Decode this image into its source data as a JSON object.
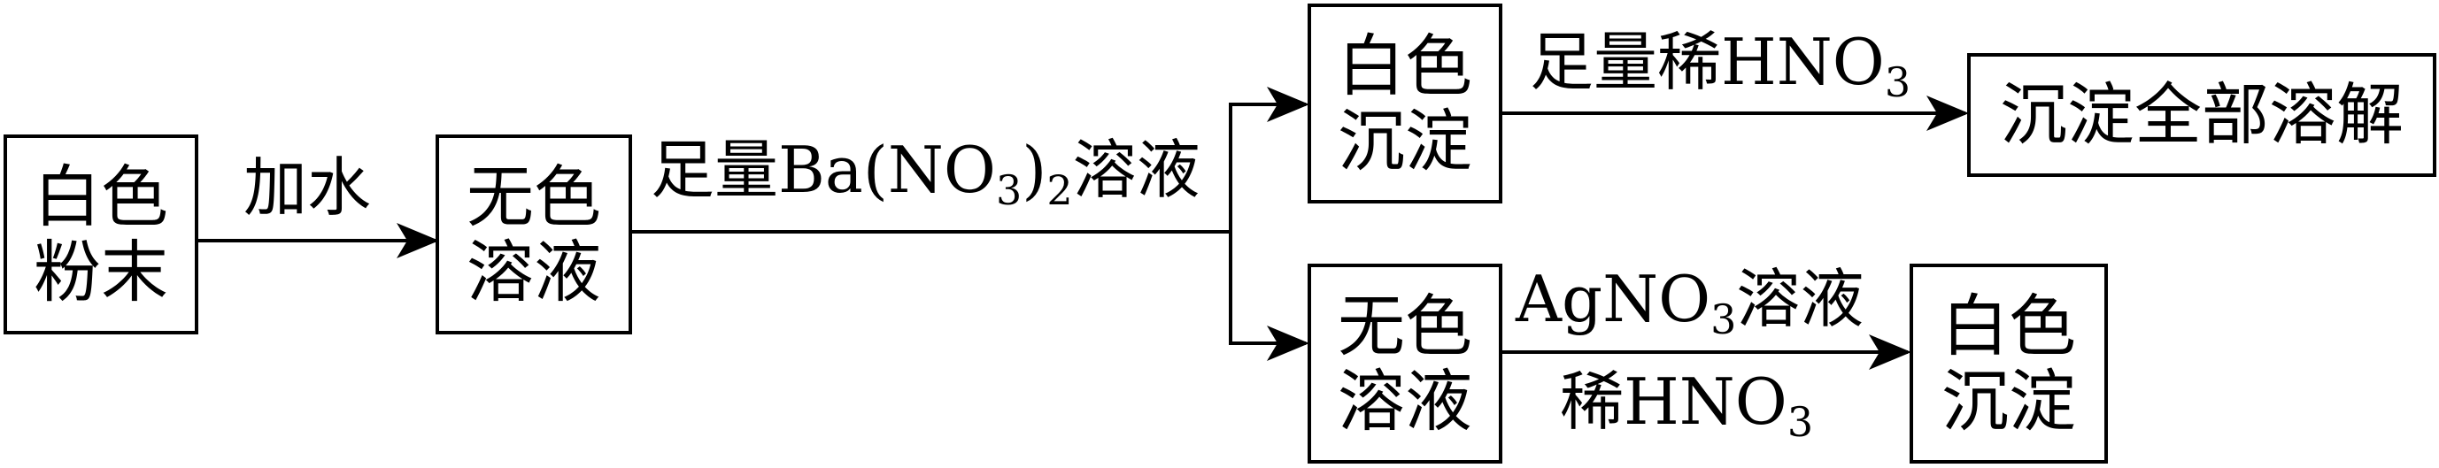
{
  "boxes": {
    "start": [
      "白色",
      "粉末"
    ],
    "solution1": [
      "无色",
      "溶液"
    ],
    "precip1": [
      "白色",
      "沉淀"
    ],
    "result1": "沉淀全部溶解",
    "solution2": [
      "无色",
      "溶液"
    ],
    "precip2": [
      "白色",
      "沉淀"
    ]
  },
  "arrows": {
    "add_water": "加水",
    "baNO3": {
      "pre": "足量Ba(NO",
      "sub1": "3",
      "mid": ")",
      "sub2": "2",
      "post": "溶液"
    },
    "hno3_top": {
      "pre": "足量稀HNO",
      "sub": "3"
    },
    "agno3": {
      "pre": "AgNO",
      "sub": "3",
      "post": "溶液"
    },
    "hno3_bottom": {
      "pre": "稀HNO",
      "sub": "3"
    }
  }
}
